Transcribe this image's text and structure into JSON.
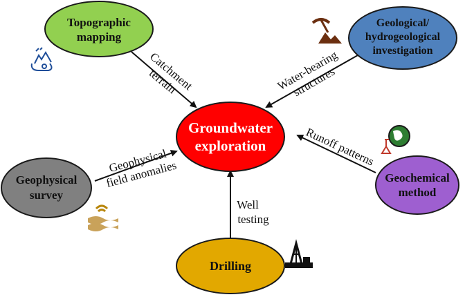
{
  "center": {
    "line1": "Groundwater",
    "line2": "exploration",
    "color": "#ff0000"
  },
  "nodes": {
    "topographic": {
      "line1": "Topographic",
      "line2": "mapping",
      "color": "#92d050"
    },
    "geological": {
      "line1": "Geological/",
      "line2": "hydrogeological",
      "line3": "investigation",
      "color": "#4f81bd"
    },
    "geochemical": {
      "line1": "Geochemical",
      "line2": "method",
      "color": "#9e5fd0"
    },
    "drilling": {
      "line1": "Drilling",
      "color": "#e2a800"
    },
    "geophysical": {
      "line1": "Geophysical",
      "line2": "survey",
      "color": "#808080"
    }
  },
  "edges": {
    "topographic": {
      "line1": "Catchment",
      "line2": "terrain"
    },
    "geological": {
      "line1": "Water-bearing",
      "line2": "structures"
    },
    "geochemical": {
      "line1": "Runoff patterns"
    },
    "drilling": {
      "line1": "Well",
      "line2": "testing"
    },
    "geophysical": {
      "line1": "Geophysical",
      "line2": "field anomalies"
    }
  },
  "icons": [
    "terrain-icon",
    "mining-icon",
    "geochemistry-globe-icon",
    "drilling-rig-icon",
    "seismic-wave-icon"
  ]
}
